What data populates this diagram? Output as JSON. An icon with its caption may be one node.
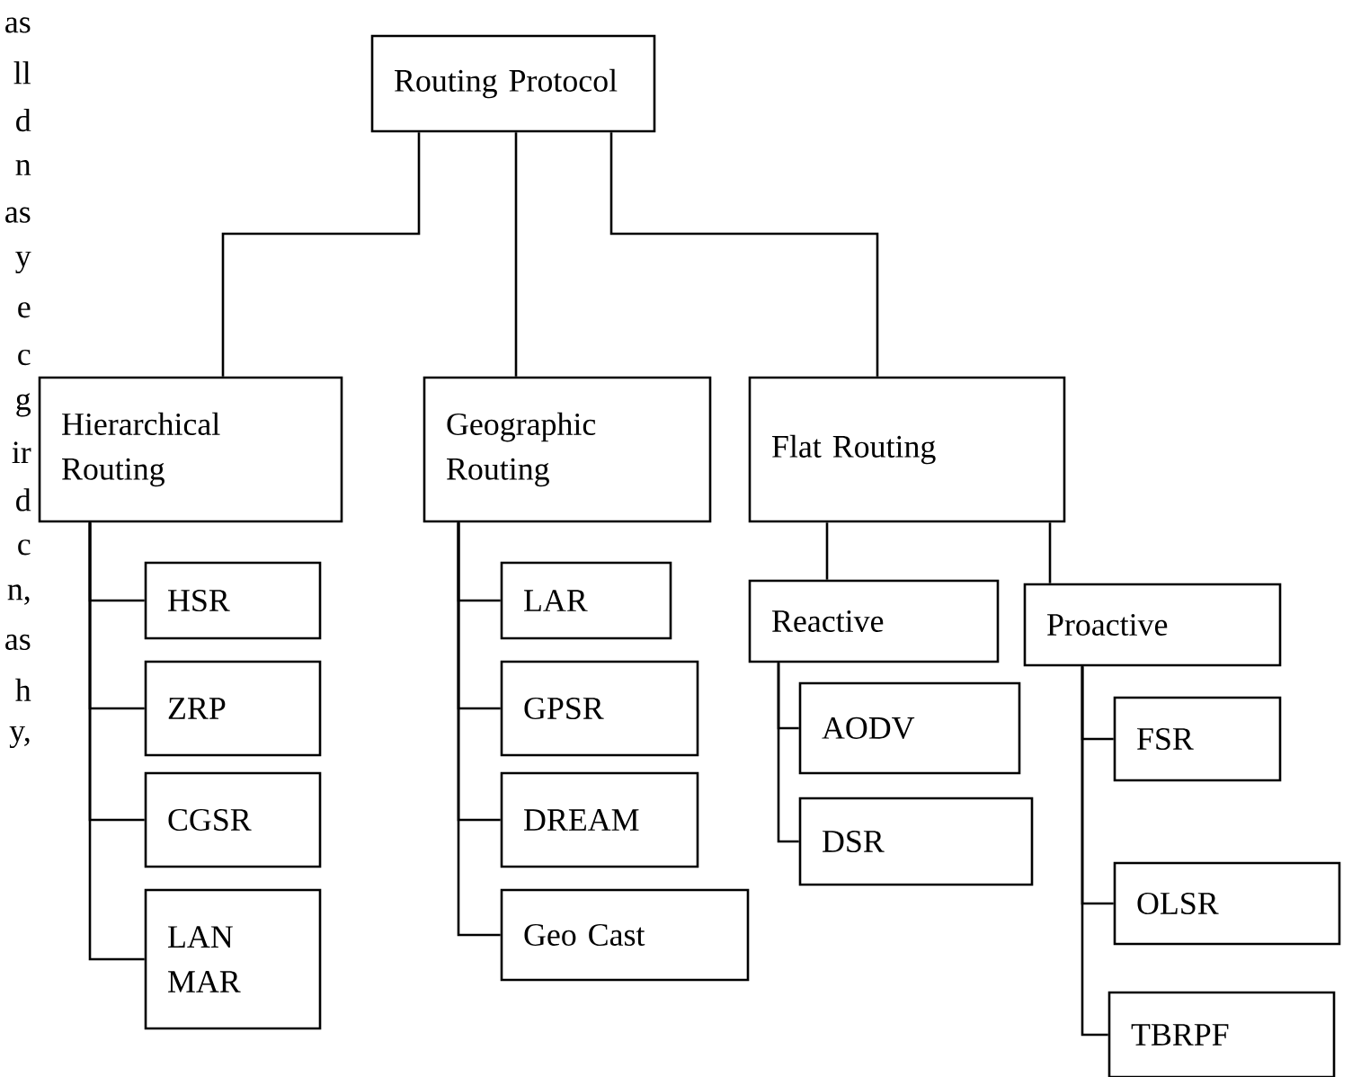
{
  "diagram": {
    "nodes": [
      {
        "text": [
          "Routing Protocol"
        ]
      },
      {
        "text": [
          "Hierarchical Routing"
        ]
      },
      {
        "text": [
          "Geographic Routing"
        ]
      },
      {
        "text": [
          "Flat Routing"
        ]
      },
      {
        "text": [
          "HSR"
        ]
      },
      {
        "text": [
          "ZRP"
        ]
      },
      {
        "text": [
          "CGSR"
        ]
      },
      {
        "text": [
          "LAN MAR"
        ]
      },
      {
        "text": [
          "LAR"
        ]
      },
      {
        "text": [
          "GPSR"
        ]
      },
      {
        "text": [
          "DREAM"
        ]
      },
      {
        "text": [
          "Geo Cast"
        ]
      },
      {
        "text": [
          "Reactive"
        ]
      },
      {
        "text": [
          "Proactive"
        ]
      },
      {
        "text": [
          "AODV"
        ]
      },
      {
        "text": [
          "DSR"
        ]
      },
      {
        "text": [
          "FSR"
        ]
      },
      {
        "text": [
          "OLSR"
        ]
      },
      {
        "text": [
          "TBRPF"
        ]
      }
    ],
    "edges": [
      {
        "from": 0,
        "to": 1,
        "arrow": "none"
      },
      {
        "from": 0,
        "to": 2,
        "arrow": "none"
      },
      {
        "from": 0,
        "to": 3,
        "arrow": "none"
      },
      {
        "from": 1,
        "to": 4,
        "arrow": "none"
      },
      {
        "from": 1,
        "to": 5,
        "arrow": "none"
      },
      {
        "from": 1,
        "to": 6,
        "arrow": "none"
      },
      {
        "from": 1,
        "to": 7,
        "arrow": "none"
      },
      {
        "from": 2,
        "to": 8,
        "arrow": "none"
      },
      {
        "from": 2,
        "to": 9,
        "arrow": "none"
      },
      {
        "from": 2,
        "to": 10,
        "arrow": "none"
      },
      {
        "from": 2,
        "to": 11,
        "arrow": "none"
      },
      {
        "from": 3,
        "to": 12,
        "arrow": "none"
      },
      {
        "from": 3,
        "to": 13,
        "arrow": "none"
      },
      {
        "from": 12,
        "to": 14,
        "arrow": "none"
      },
      {
        "from": 12,
        "to": 15,
        "arrow": "none"
      },
      {
        "from": 13,
        "to": 16,
        "arrow": "none"
      },
      {
        "from": 13,
        "to": 17,
        "arrow": "none"
      },
      {
        "from": 13,
        "to": 18,
        "arrow": "none"
      }
    ],
    "labels": [
      "as",
      "ll",
      "d",
      "n",
      "as",
      "y",
      "e",
      "c",
      "g",
      "ir",
      "d",
      "c",
      "n,",
      "as",
      "h",
      "y,"
    ]
  }
}
